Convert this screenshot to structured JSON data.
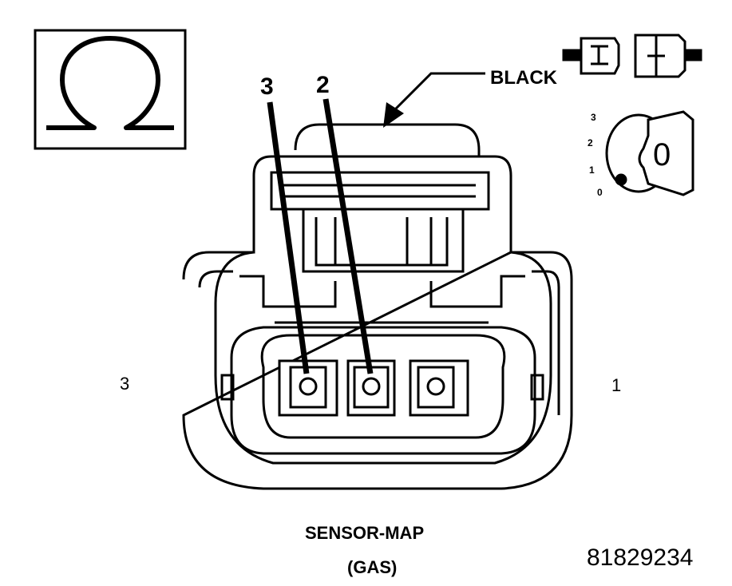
{
  "callouts": {
    "wire_color": "BLACK",
    "pin_numbers": [
      "3",
      "2"
    ]
  },
  "side_labels": {
    "left": "3",
    "right": "1"
  },
  "ignition_key": {
    "positions": [
      "3",
      "2",
      "1",
      "0"
    ],
    "key_position": "0"
  },
  "caption": {
    "line1": "SENSOR-MAP",
    "line2": "(GAS)"
  },
  "part_number": "81829234",
  "icons": {
    "meter": "ohm-symbol-icon",
    "connector": "disconnected-connector-icon",
    "ignition": "ignition-key-icon"
  },
  "colors": {
    "ink": "#000000",
    "background": "#ffffff"
  }
}
